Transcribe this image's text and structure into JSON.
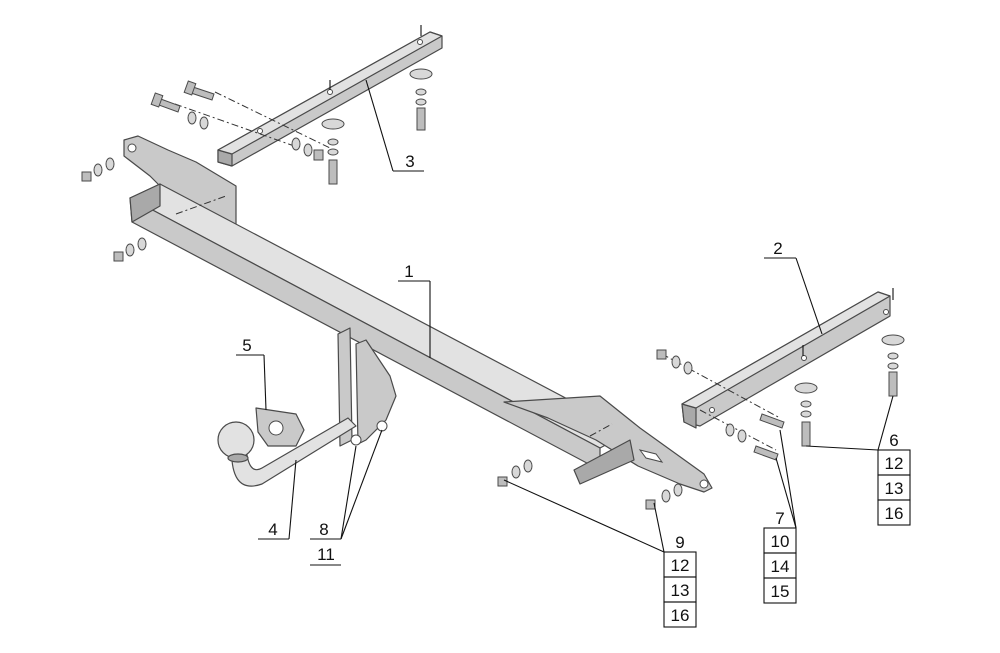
{
  "callouts": {
    "c1": "1",
    "c2": "2",
    "c3": "3",
    "c4": "4",
    "c5": "5",
    "c6": "6",
    "c7": "7",
    "c8": "8",
    "c9": "9",
    "c10": "10",
    "c11": "11",
    "c12a": "12",
    "c12b": "12",
    "c13a": "13",
    "c13b": "13",
    "c14": "14",
    "c15": "15",
    "c16a": "16",
    "c16b": "16"
  },
  "colors": {
    "steel": "#c9c9c9",
    "outline": "#4a4a4a",
    "text": "#111111",
    "background": "#ffffff"
  }
}
